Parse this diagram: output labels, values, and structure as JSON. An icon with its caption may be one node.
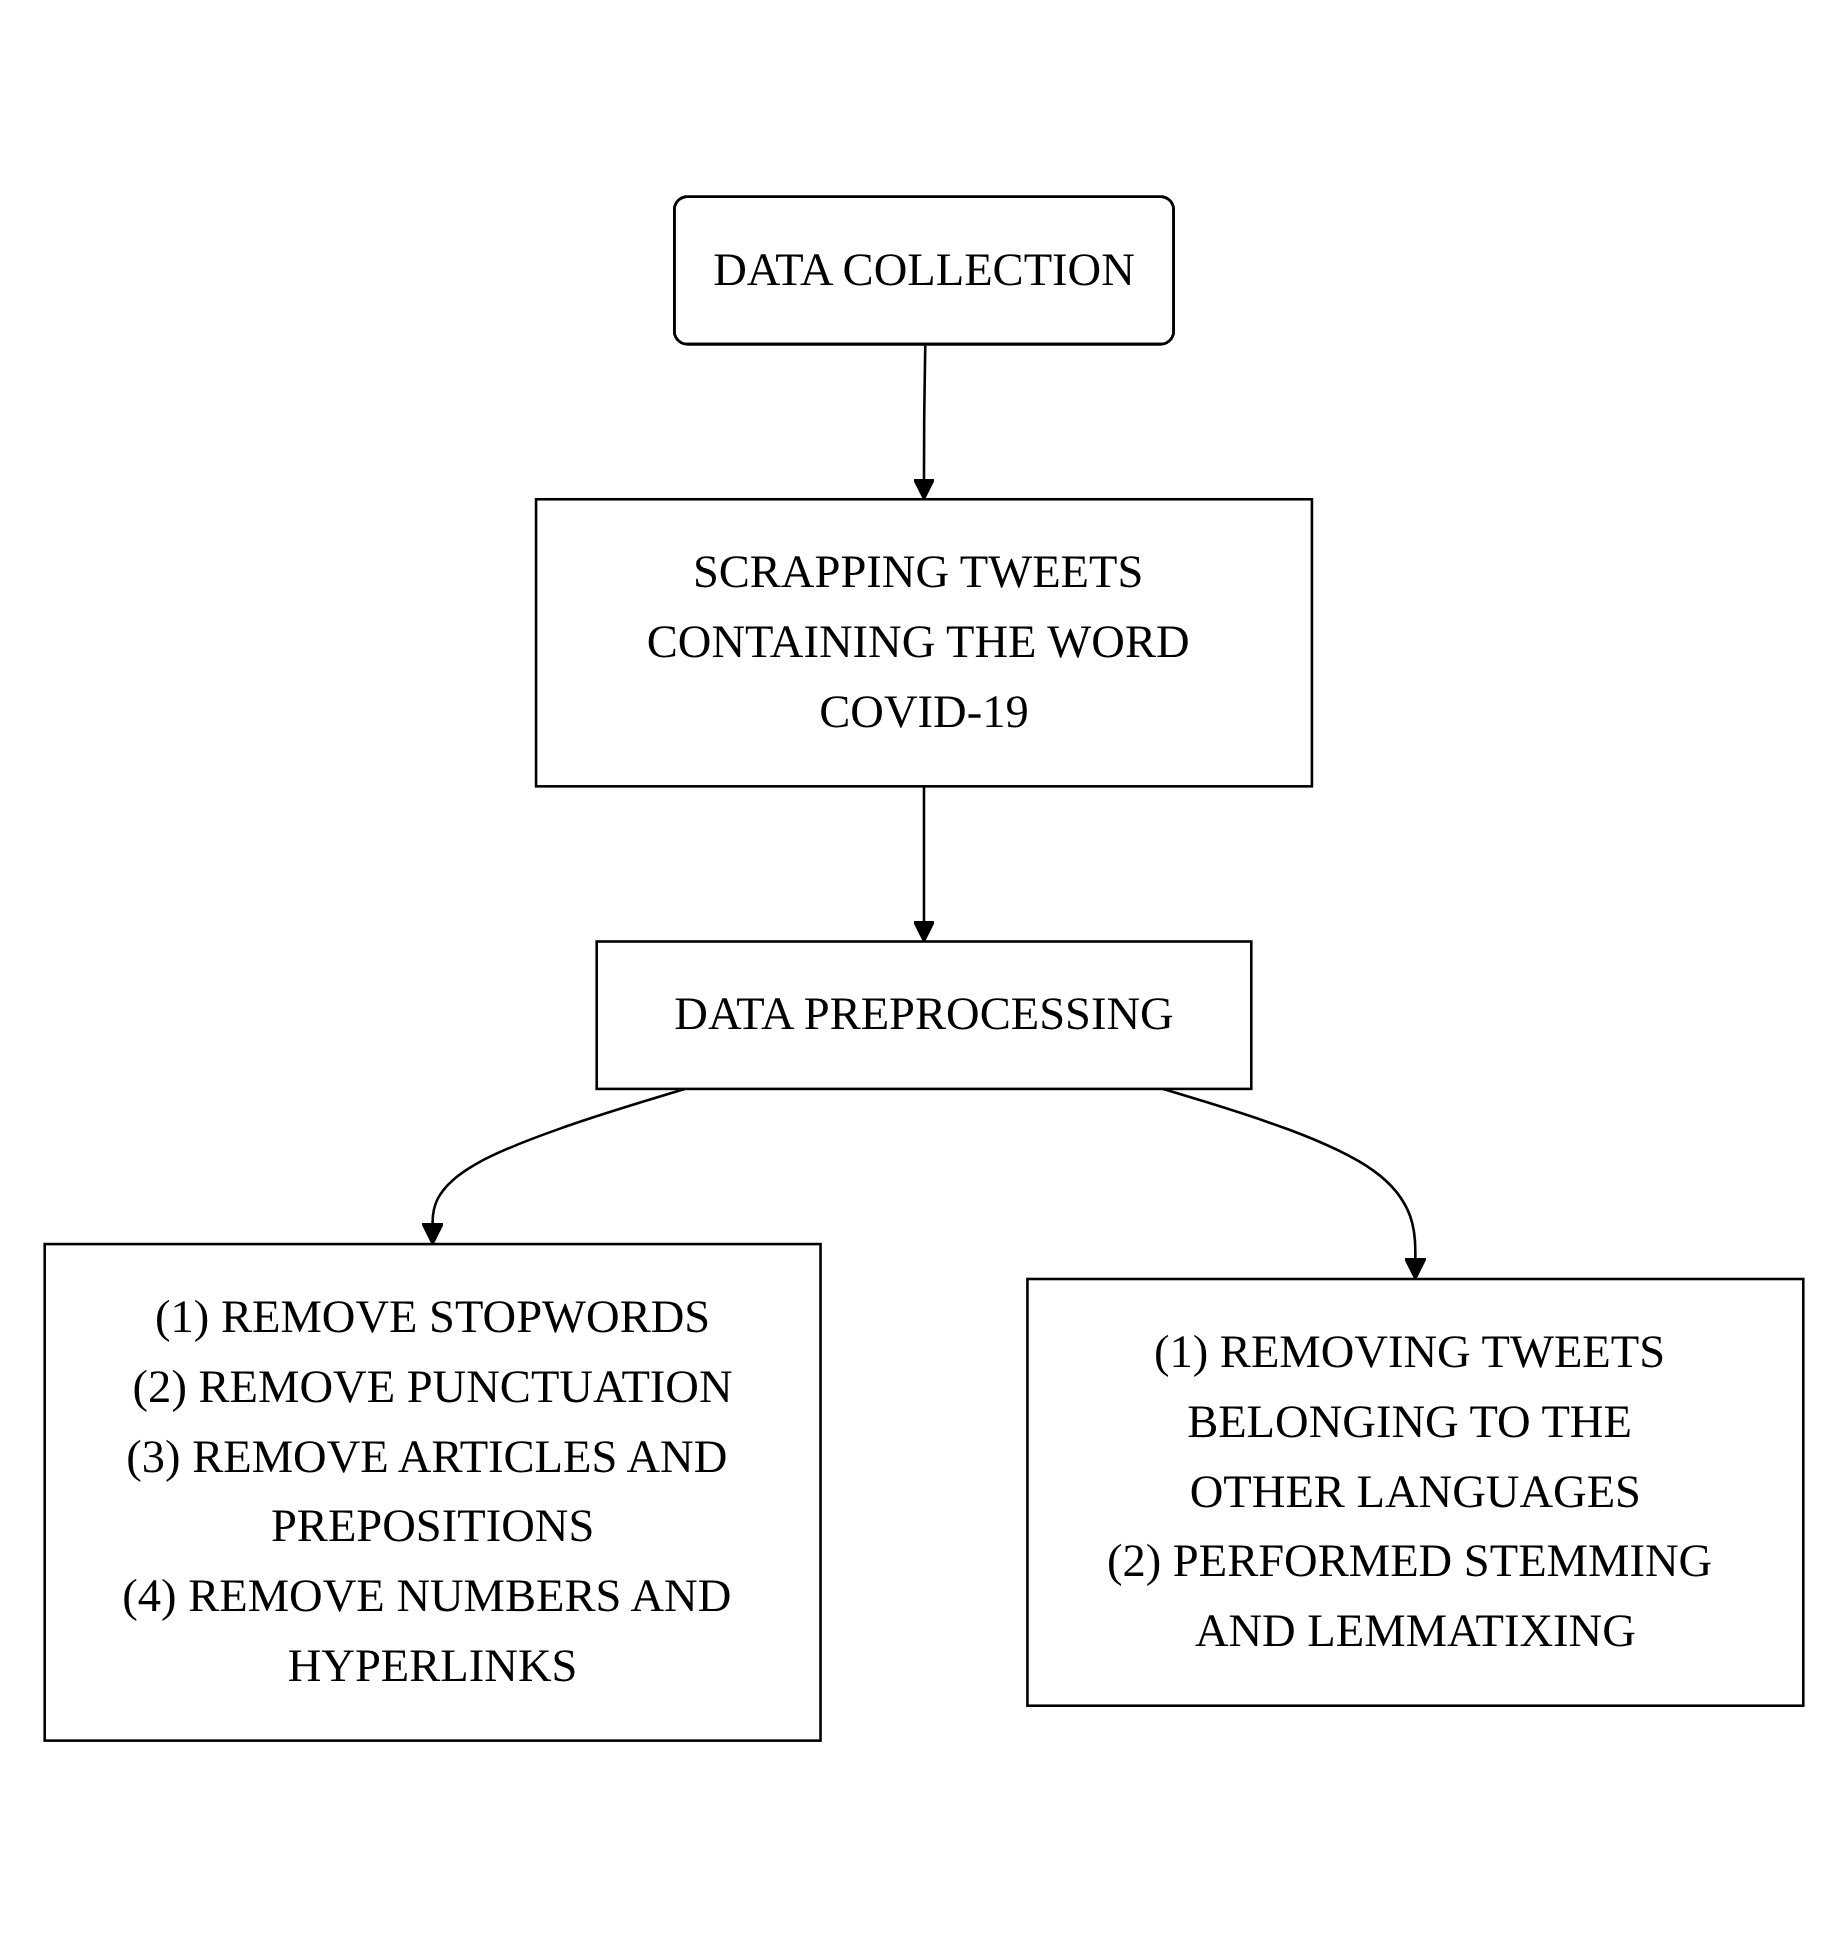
{
  "diagram": {
    "nodes": [
      {
        "text": [
          "DATA COLLECTION"
        ]
      },
      {
        "text": [
          "SCRAPPING TWEETS CONTAINING THE WORD COVID-19"
        ]
      },
      {
        "text": [
          "DATA PREPROCESSING"
        ]
      },
      {
        "text": [
          "(1) REMOVE STOPWORDS",
          "(2) REMOVE PUNCTUATION",
          "(3) REMOVE ARTICLES AND PREPOSITIONS",
          "(4) REMOVE NUMBERS AND HYPERLINKS"
        ]
      },
      {
        "text": [
          "(1) REMOVING TWEETS BELONGING TO THE OTHER LANGUAGES",
          "(2) PERFORMED STEMMING AND LEMMATIXING"
        ]
      }
    ],
    "edges": [
      {
        "from": 0,
        "to": 1,
        "arrow": "to"
      },
      {
        "from": 1,
        "to": 2,
        "arrow": "to"
      },
      {
        "from": 2,
        "to": 3,
        "arrow": "to"
      },
      {
        "from": 2,
        "to": 4,
        "arrow": "to"
      }
    ]
  }
}
